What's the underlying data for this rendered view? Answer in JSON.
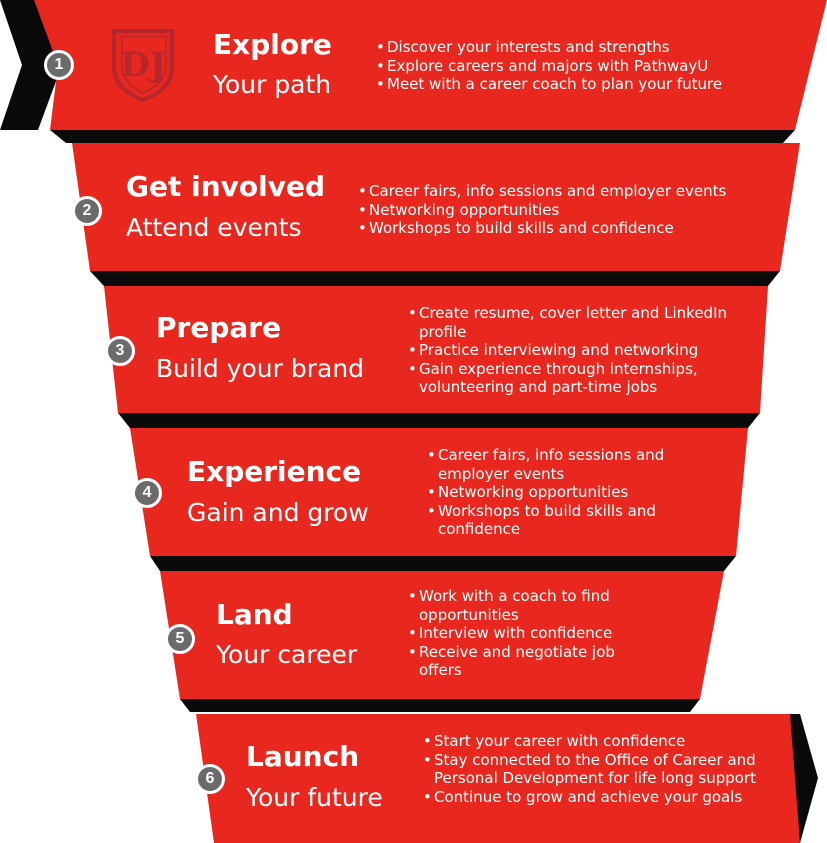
{
  "colors": {
    "band": "#e8281f",
    "chevron": "#0a0a0a",
    "badge": "#6b6b6b",
    "logo": "#b5272d"
  },
  "logo": {
    "text": "DJ",
    "icon": "university-shield-logo-icon"
  },
  "stages": [
    {
      "number": "1",
      "title": "Explore",
      "subtitle": "Your path",
      "bullets": [
        "Discover your interests and strengths",
        "Explore careers and majors with PathwayU",
        "Meet with a career coach to plan your future"
      ]
    },
    {
      "number": "2",
      "title": "Get involved",
      "subtitle": "Attend events",
      "bullets": [
        "Career fairs, info sessions and employer events",
        "Networking opportunities",
        "Workshops to build skills and confidence"
      ]
    },
    {
      "number": "3",
      "title": "Prepare",
      "subtitle": "Build your brand",
      "bullets": [
        "Create resume, cover letter and LinkedIn profile",
        "Practice interviewing and networking",
        "Gain experience through internships, volunteering and part-time jobs"
      ]
    },
    {
      "number": "4",
      "title": "Experience",
      "subtitle": "Gain and grow",
      "bullets": [
        "Career fairs, info sessions and employer events",
        "Networking opportunities",
        "Workshops to build skills and confidence"
      ]
    },
    {
      "number": "5",
      "title": "Land",
      "subtitle": "Your career",
      "bullets": [
        "Work with a coach to find opportunities",
        "Interview with confidence",
        "Receive and negotiate job offers"
      ]
    },
    {
      "number": "6",
      "title": "Launch",
      "subtitle": "Your future",
      "bullets": [
        "Start your career with confidence",
        "Stay connected to the Office of Career and Personal Development for life long support",
        "Continue to grow and achieve your goals"
      ]
    }
  ]
}
